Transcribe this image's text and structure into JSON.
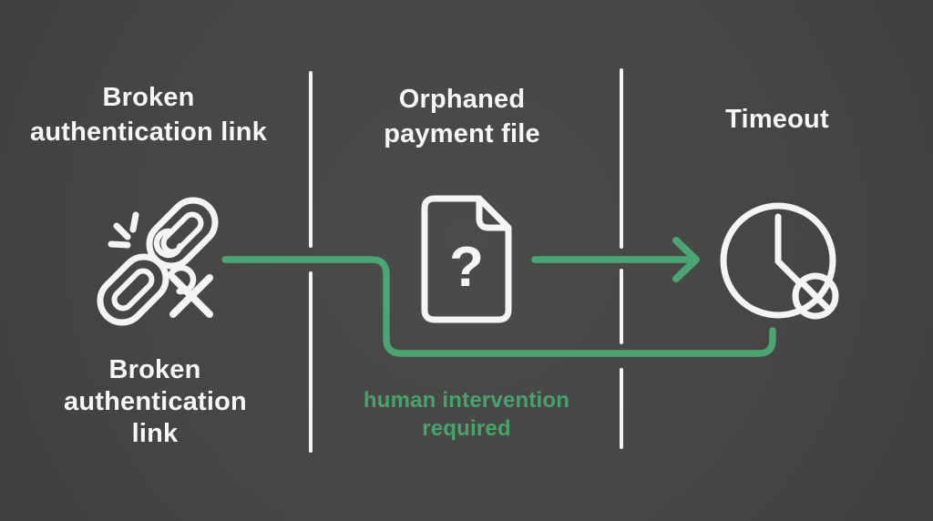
{
  "colors": {
    "background": "#474645",
    "divider_white": "#f5f4f2",
    "text_white": "#f7f6f4",
    "connector_green": "#4ba572",
    "note_green": "#48a26c"
  },
  "nodes": [
    {
      "id": "broken-authentication-link",
      "title_lines": [
        "Broken",
        "authentication link"
      ],
      "icon": "broken-chain-icon",
      "caption_lines": [
        "Broken",
        "authentication",
        "link"
      ]
    },
    {
      "id": "orphaned-payment-file",
      "title_lines": [
        "Orphaned",
        "payment file"
      ],
      "icon": "question-file-icon"
    },
    {
      "id": "timeout",
      "title_lines": [
        "Timeout"
      ],
      "icon": "clock-ban-icon"
    }
  ],
  "annotation": {
    "lines": [
      "human intervention",
      "required"
    ]
  },
  "icons": {
    "question_glyph": "?"
  },
  "connectors": [
    {
      "id": "bypass-path",
      "from": "broken-authentication-link",
      "to": "timeout",
      "style": "elbow"
    },
    {
      "id": "forward-arrow",
      "from": "orphaned-payment-file",
      "to": "timeout",
      "style": "arrow"
    }
  ]
}
